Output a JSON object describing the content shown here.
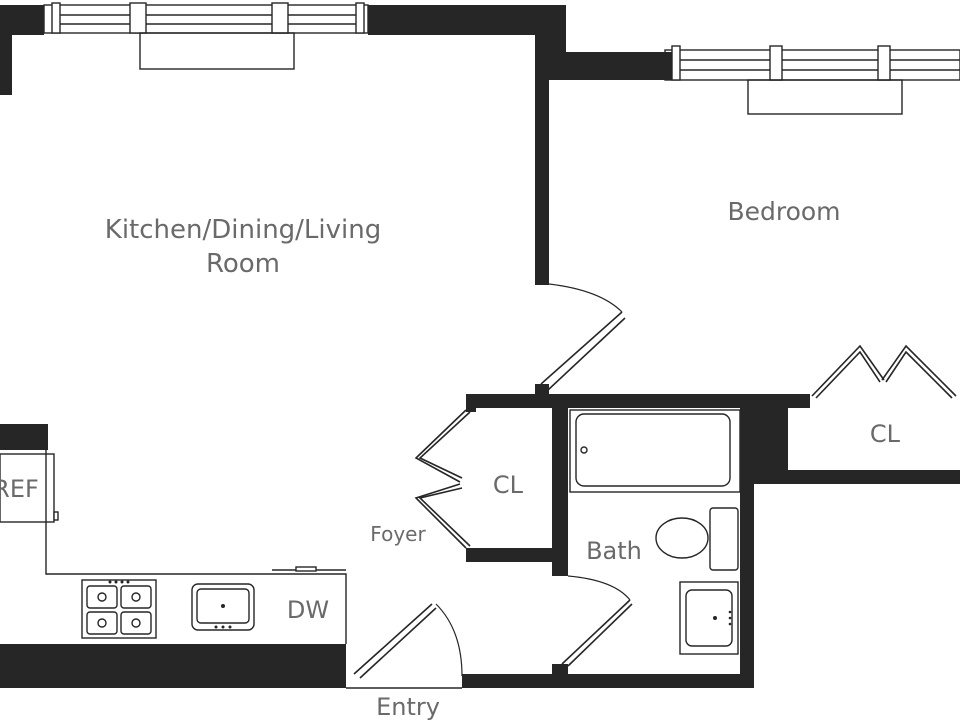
{
  "rooms": {
    "living_line1": "Kitchen/Dining/Living",
    "living_line2": "Room",
    "bedroom": "Bedroom",
    "closet_bedroom": "CL",
    "closet_foyer": "CL",
    "foyer": "Foyer",
    "bath": "Bath",
    "entry": "Entry",
    "ref": "REF",
    "dw": "DW"
  },
  "colors": {
    "wall": "#262626",
    "label": "#6a6a6a",
    "background": "#ffffff"
  }
}
